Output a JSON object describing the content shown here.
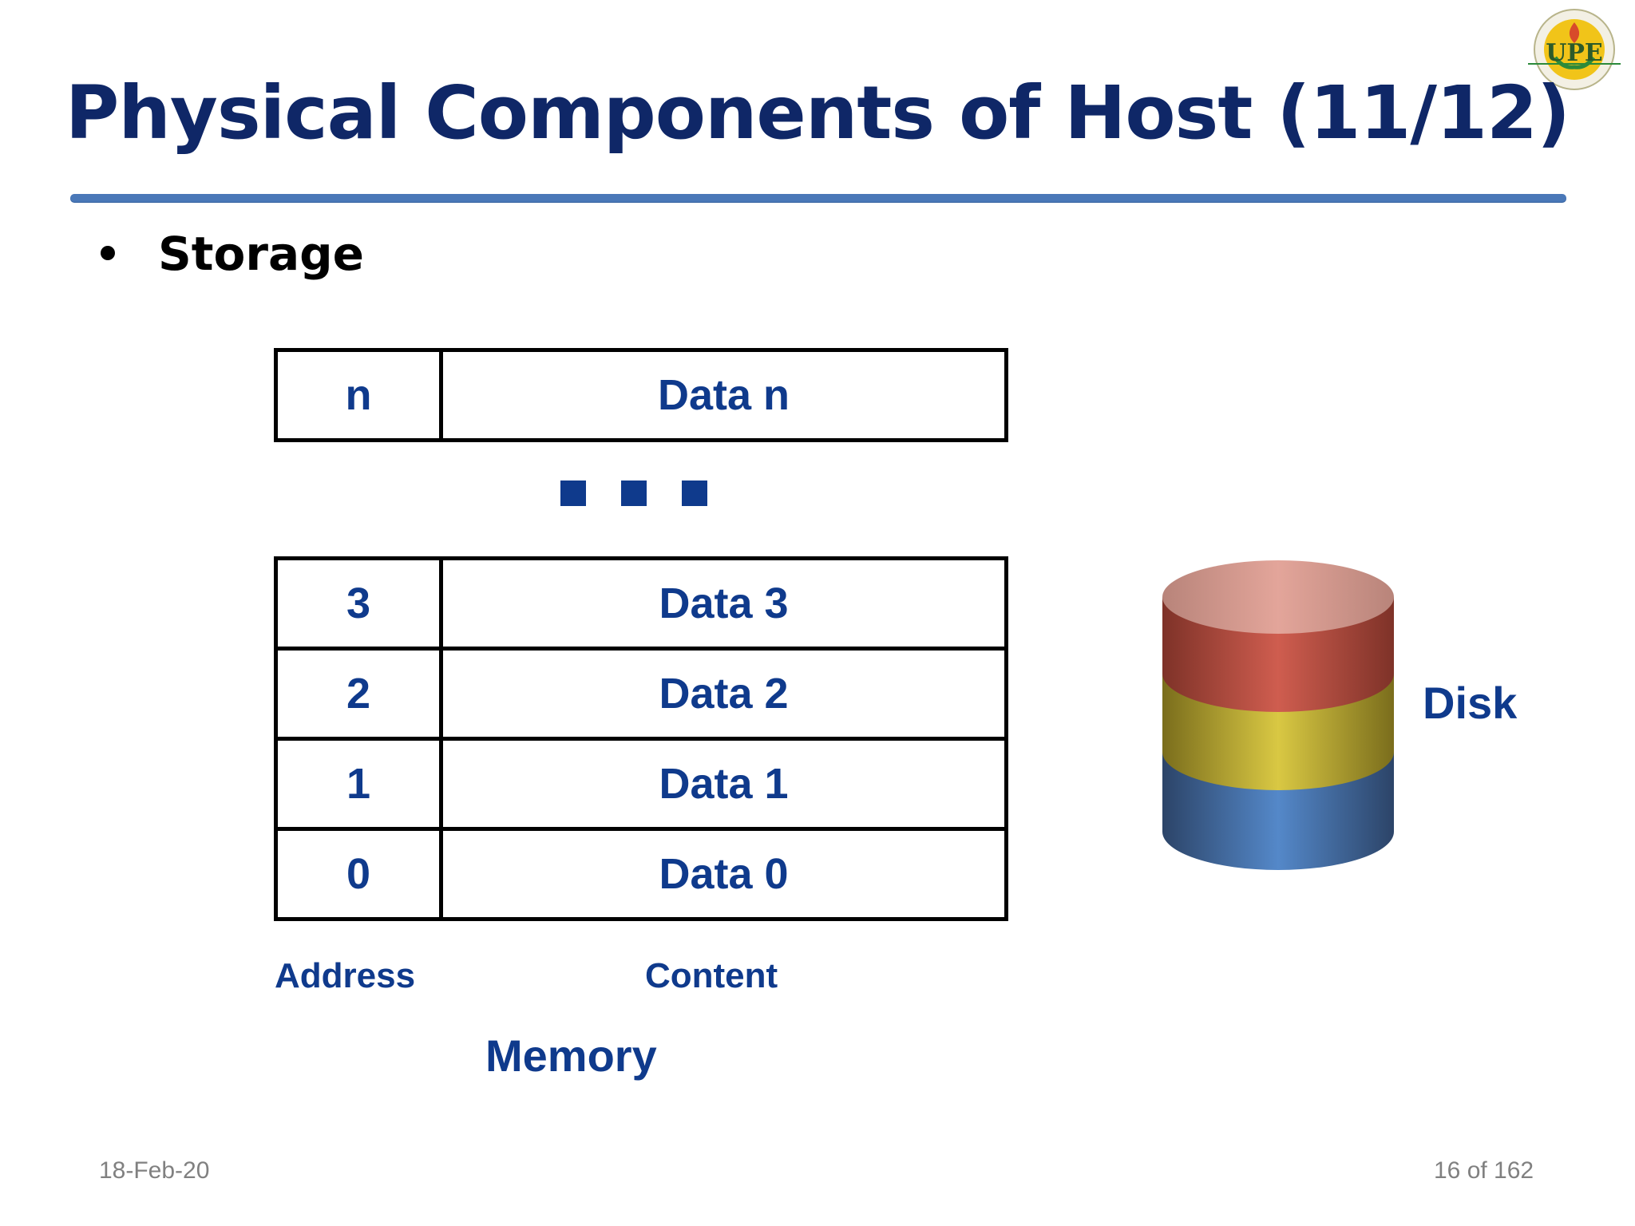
{
  "slide": {
    "title": "Physical Components of Host (11/12)",
    "bullet": "Storage"
  },
  "memory": {
    "top_row": {
      "address": "n",
      "content": "Data n"
    },
    "rows": [
      {
        "address": "3",
        "content": "Data 3"
      },
      {
        "address": "2",
        "content": "Data 2"
      },
      {
        "address": "1",
        "content": "Data 1"
      },
      {
        "address": "0",
        "content": "Data 0"
      }
    ],
    "address_label": "Address",
    "content_label": "Content",
    "caption": "Memory"
  },
  "disk": {
    "label": "Disk",
    "colors": [
      "#c85a4d",
      "#d6c542",
      "#4f7fbf"
    ]
  },
  "footer": {
    "date": "18-Feb-20",
    "page": "16 of 162"
  },
  "colors": {
    "title": "#0f2767",
    "diagram_text": "#0f3a8c",
    "rule": "#4a78b8"
  }
}
